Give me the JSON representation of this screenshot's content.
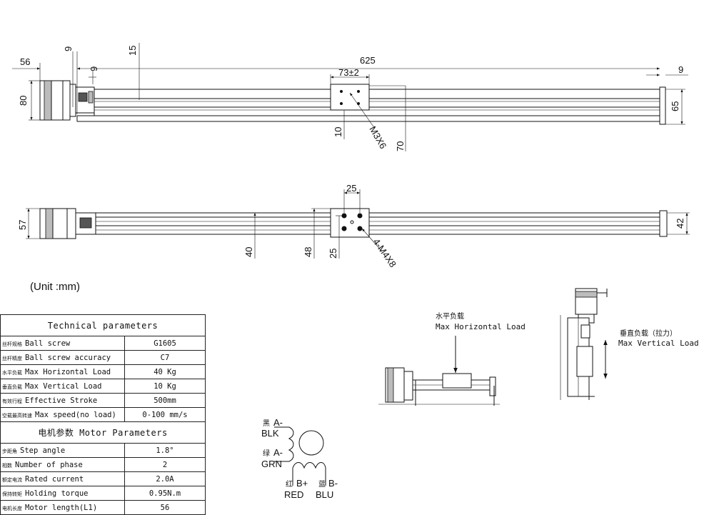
{
  "dimensions": {
    "top_view": {
      "overall_length": "625",
      "motor_offset": "56",
      "small_gap": "9",
      "coupler_gap": "9",
      "height_15": "15",
      "motor_height": "80",
      "slider_width": "73±2",
      "end_gap": "9",
      "end_height": "65",
      "slider_offset": "10",
      "slider_thread": "M3X6",
      "profile_height": "70"
    },
    "side_view": {
      "hole_spacing": "25",
      "motor_height": "57",
      "end_height": "42",
      "height_40": "40",
      "height_48": "48",
      "height_25": "25",
      "mount_thread": "4-M4X8"
    }
  },
  "unit_label": "(Unit :mm)",
  "technical_table": {
    "title": "Technical parameters",
    "rows": [
      {
        "zh": "丝杆规格",
        "label": "Ball screw",
        "value": "G1605"
      },
      {
        "zh": "丝杆精度",
        "label": "Ball screw accuracy",
        "value": "C7"
      },
      {
        "zh": "水平负载",
        "label": "Max Horizontal Load",
        "value": "40 Kg"
      },
      {
        "zh": "垂直负载",
        "label": "Max Vertical Load",
        "value": "10 Kg"
      },
      {
        "zh": "有效行程",
        "label": "Effective Stroke",
        "value": "500mm"
      },
      {
        "zh": "空载最高转速",
        "label": "Max speed(no load)",
        "value": "0-100 mm/s"
      }
    ]
  },
  "motor_table": {
    "title_zh": "电机参数",
    "title": "Motor Parameters",
    "rows": [
      {
        "zh": "步距角",
        "label": "Step angle",
        "value": "1.8°"
      },
      {
        "zh": "相数",
        "label": "Number of phase",
        "value": "2"
      },
      {
        "zh": "额定电流",
        "label": "Rated current",
        "value": "2.0A"
      },
      {
        "zh": "保持转矩",
        "label": "Holding torque",
        "value": "0.95N.m"
      },
      {
        "zh": "电机长度",
        "label": "Motor length(L1)",
        "value": "56"
      }
    ]
  },
  "wiring": {
    "a_minus_zh": "黑",
    "a_minus": "A-",
    "a_minus_color": "BLK",
    "a_plus_zh": "绿",
    "a_plus": "A-",
    "a_plus_color": "GRN",
    "b_plus_zh": "红",
    "b_plus": "B+",
    "b_plus_color": "RED",
    "b_minus_zh": "蓝",
    "b_minus": "B-",
    "b_minus_color": "BLU"
  },
  "loads": {
    "horizontal_zh": "水平负载",
    "horizontal": "Max Horizontal Load",
    "vertical_zh": "垂直负载（拉力）",
    "vertical": "Max Vertical Load"
  }
}
